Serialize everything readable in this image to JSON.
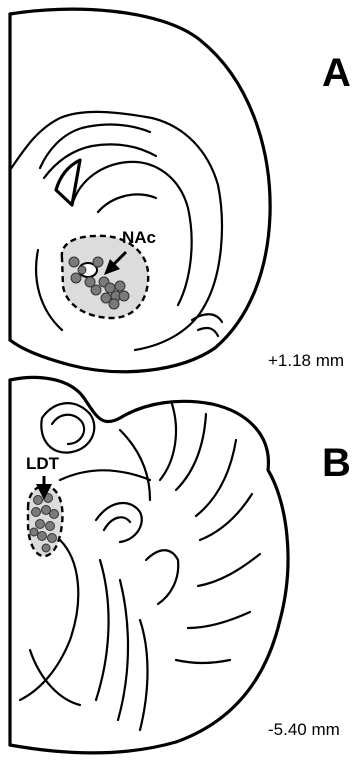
{
  "panels": [
    {
      "letter": "A",
      "region_label": "NAc",
      "coordinate": "+1.18 mm",
      "site_count": 13
    },
    {
      "letter": "B",
      "region_label": "LDT",
      "coordinate": "-5.40 mm",
      "site_count": 11
    }
  ],
  "colors": {
    "background": "#ffffff",
    "outline": "#000000",
    "region_fill": "#dcdcdc",
    "site_fill": "#7a7a7a"
  }
}
